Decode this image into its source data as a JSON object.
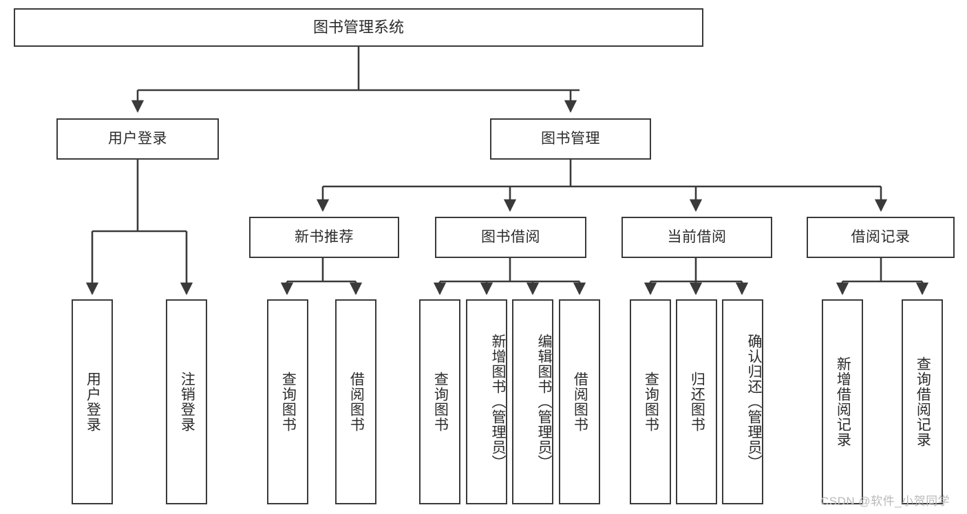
{
  "diagram": {
    "title": "图书管理系统",
    "type": "tree-hierarchy-chart",
    "root": {
      "label": "图书管理系统"
    },
    "level2": [
      {
        "id": "user-login",
        "label": "用户登录"
      },
      {
        "id": "book-manage",
        "label": "图书管理"
      }
    ],
    "level3": [
      {
        "id": "new-book-recommend",
        "label": "新书推荐",
        "parent": "book-manage"
      },
      {
        "id": "book-borrow",
        "label": "图书借阅",
        "parent": "book-manage"
      },
      {
        "id": "current-borrow",
        "label": "当前借阅",
        "parent": "book-manage"
      },
      {
        "id": "borrow-record",
        "label": "借阅记录",
        "parent": "book-manage"
      }
    ],
    "leaves": {
      "user-login": [
        {
          "id": "leaf-user-login",
          "label": "用户登录"
        },
        {
          "id": "leaf-logout-login",
          "label": "注销登录"
        }
      ],
      "new-book-recommend": [
        {
          "id": "leaf-query-book-1",
          "label": "查询图书"
        },
        {
          "id": "leaf-borrow-book-1",
          "label": "借阅图书"
        }
      ],
      "book-borrow": [
        {
          "id": "leaf-query-book-2",
          "label": "查询图书"
        },
        {
          "id": "leaf-add-book",
          "label": "新增图书（管理员）"
        },
        {
          "id": "leaf-edit-book",
          "label": "编辑图书（管理员）"
        },
        {
          "id": "leaf-borrow-book-2",
          "label": "借阅图书"
        }
      ],
      "current-borrow": [
        {
          "id": "leaf-query-book-3",
          "label": "查询图书"
        },
        {
          "id": "leaf-return-book",
          "label": "归还图书"
        },
        {
          "id": "leaf-confirm-return",
          "label": "确认归还（管理员）"
        }
      ],
      "borrow-record": [
        {
          "id": "leaf-add-record",
          "label": "新增借阅记录"
        },
        {
          "id": "leaf-query-record",
          "label": "查询借阅记录"
        }
      ]
    }
  },
  "watermark": {
    "text": "CSDN @软件_小贺同学"
  },
  "colors": {
    "border": "#3a3a3a",
    "text": "#2b2b2b",
    "background": "#ffffff",
    "connector": "#3a3a3a",
    "watermark": "#b9b9b9"
  }
}
